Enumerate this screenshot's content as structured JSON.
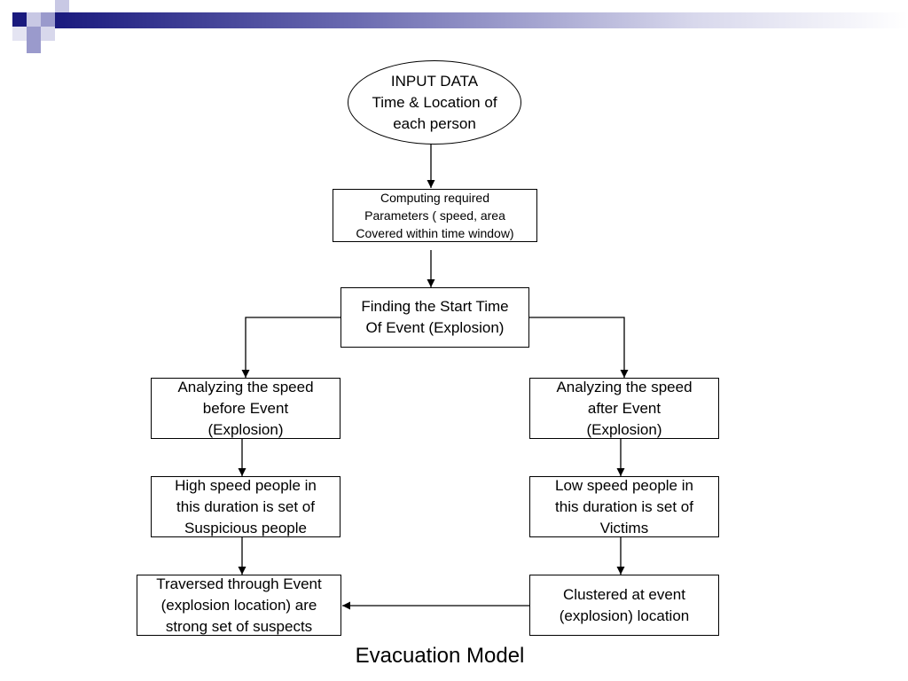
{
  "slide": {
    "title": "Evacuation Model"
  },
  "colors": {
    "header_dark": "#1a1a7e",
    "header_mid": "#6a6ab0",
    "header_light": "#c8c8e4"
  },
  "nodes": {
    "input": "INPUT DATA\nTime & Location of\neach person",
    "compute": "Computing required\nParameters ( speed, area\nCovered within time window)",
    "start_time": "Finding the Start Time\nOf Event (Explosion)",
    "before": "Analyzing the speed\nbefore Event\n(Explosion)",
    "after": "Analyzing the speed\nafter Event\n(Explosion)",
    "high_speed": "High speed people in\nthis duration is set of\nSuspicious people",
    "low_speed": "Low speed people in\nthis duration is set of\nVictims",
    "traversed": "Traversed through Event\n(explosion location) are\nstrong set of suspects",
    "clustered": "Clustered at event\n(explosion) location"
  }
}
